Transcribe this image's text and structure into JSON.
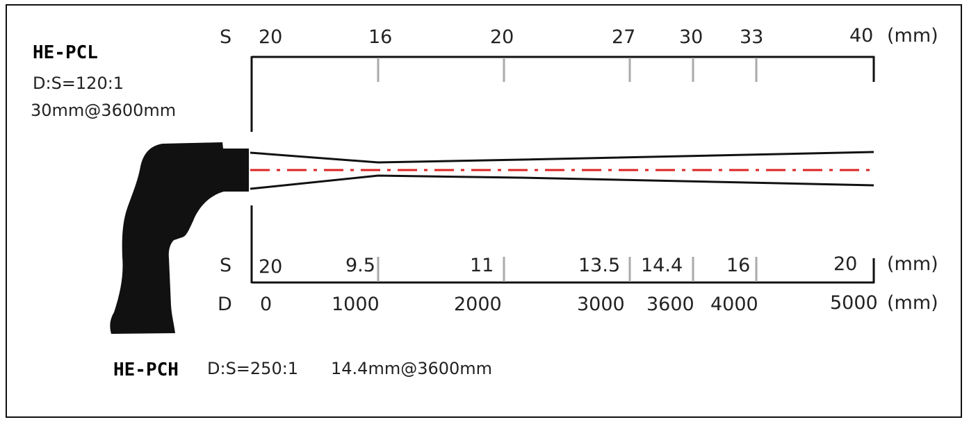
{
  "top_model": {
    "name": "HE-PCL",
    "ratio": "D:S=120:1",
    "spot": "30mm@3600mm"
  },
  "bottom_model": {
    "name": "HE-PCH",
    "ratio": "D:S=250:1",
    "spot": "14.4mm@3600mm"
  },
  "top_scale": {
    "label": "S",
    "unit": "(mm)",
    "values": [
      "20",
      "16",
      "20",
      "27",
      "30",
      "33",
      "40"
    ]
  },
  "bottom_scale": {
    "label": "S",
    "unit": "(mm)",
    "values": [
      "20",
      "9.5",
      "11",
      "13.5",
      "14.4",
      "16",
      "20"
    ]
  },
  "distance_scale": {
    "label": "D",
    "unit": "(mm)",
    "values": [
      "0",
      "1000",
      "2000",
      "3000",
      "3600",
      "4000",
      "5000"
    ]
  },
  "colors": {
    "beam": "#111111",
    "axis_line": "#dd2222",
    "tick": "#aaaaaa",
    "device": "#111111"
  },
  "icons": {
    "device": "infrared-thermometer-silhouette"
  }
}
